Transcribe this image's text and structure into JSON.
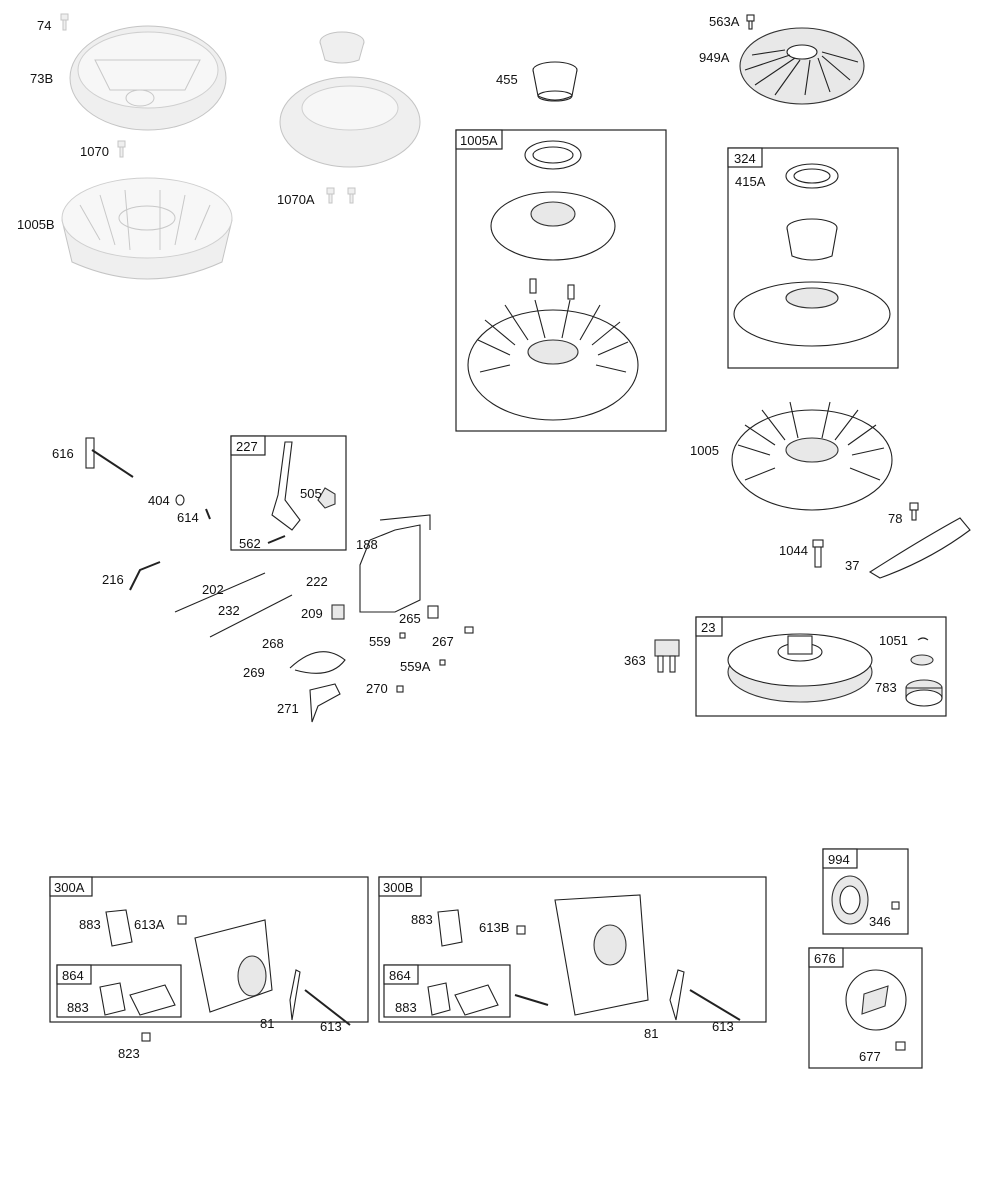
{
  "callouts": {
    "p74": "74",
    "p73B": "73B",
    "p1070": "1070",
    "p1005B": "1005B",
    "p1070A": "1070A",
    "p455": "455",
    "p563A": "563A",
    "p949A": "949A",
    "p415A": "415A",
    "p616": "616",
    "p404": "404",
    "p614": "614",
    "p505": "505",
    "p562": "562",
    "p188": "188",
    "p216": "216",
    "p202": "202",
    "p222": "222",
    "p232": "232",
    "p209": "209",
    "p265": "265",
    "p559": "559",
    "p267": "267",
    "p268": "268",
    "p269": "269",
    "p559A": "559A",
    "p270": "270",
    "p271": "271",
    "p1005": "1005",
    "p78": "78",
    "p1044": "1044",
    "p37": "37",
    "p363": "363",
    "p1051": "1051",
    "p783": "783",
    "p883a": "883",
    "p613A": "613A",
    "p883b": "883",
    "p81a": "81",
    "p613a": "613",
    "p823": "823",
    "p883c": "883",
    "p613B": "613B",
    "p883d": "883",
    "p81b": "81",
    "p613b": "613",
    "p346": "346",
    "p677": "677"
  },
  "groups": {
    "g1005A": "1005A",
    "g324": "324",
    "g227": "227",
    "g23": "23",
    "g300A": "300A",
    "g864a": "864",
    "g300B": "300B",
    "g864b": "864",
    "g994": "994",
    "g676": "676"
  }
}
